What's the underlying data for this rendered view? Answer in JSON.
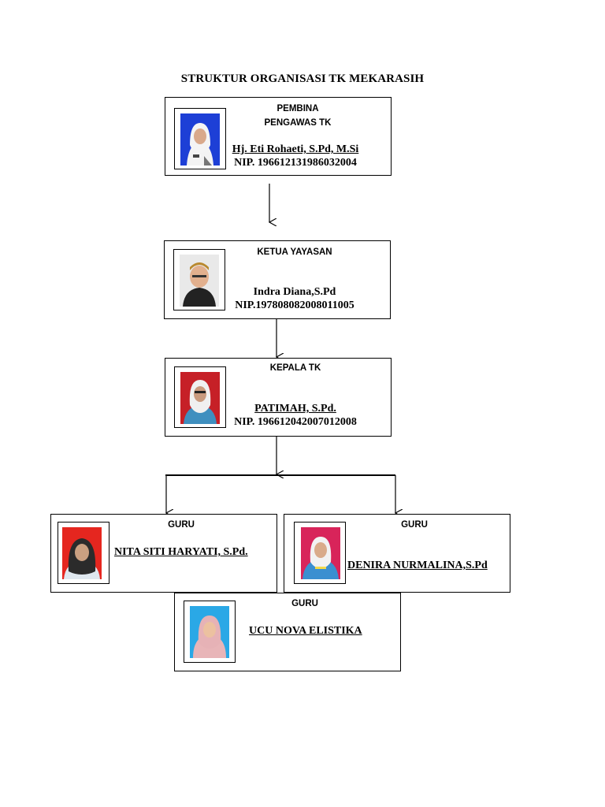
{
  "title": "STRUKTUR ORGANISASI TK MEKARASIH",
  "pembina": {
    "role_line1": "PEMBINA",
    "role_line2": "PENGAWAS TK",
    "name": "Hj. Eti Rohaeti, S.Pd, M.Si",
    "nip": "NIP. 196612131986032004",
    "photo_bg": "#1d3fd6"
  },
  "ketua": {
    "role": "KETUA YAYASAN",
    "name": "Indra Diana,S.Pd",
    "nip": "NIP.197808082008011005",
    "photo_bg": "#e9e9e9"
  },
  "kepala": {
    "role": "KEPALA TK",
    "name": "PATIMAH, S.Pd.",
    "nip": "NIP. 196612042007012008",
    "photo_bg": "#c62027"
  },
  "guru": [
    {
      "role": "GURU",
      "name": "NITA SITI HARYATI, S.Pd.",
      "photo_bg": "#e5261f"
    },
    {
      "role": "GURU",
      "name": "DENIRA NURMALINA,S.Pd",
      "photo_bg": "#d8245a"
    },
    {
      "role": "GURU",
      "name": "UCU NOVA ELISTIKA",
      "photo_bg": "#2aa8e6"
    }
  ]
}
